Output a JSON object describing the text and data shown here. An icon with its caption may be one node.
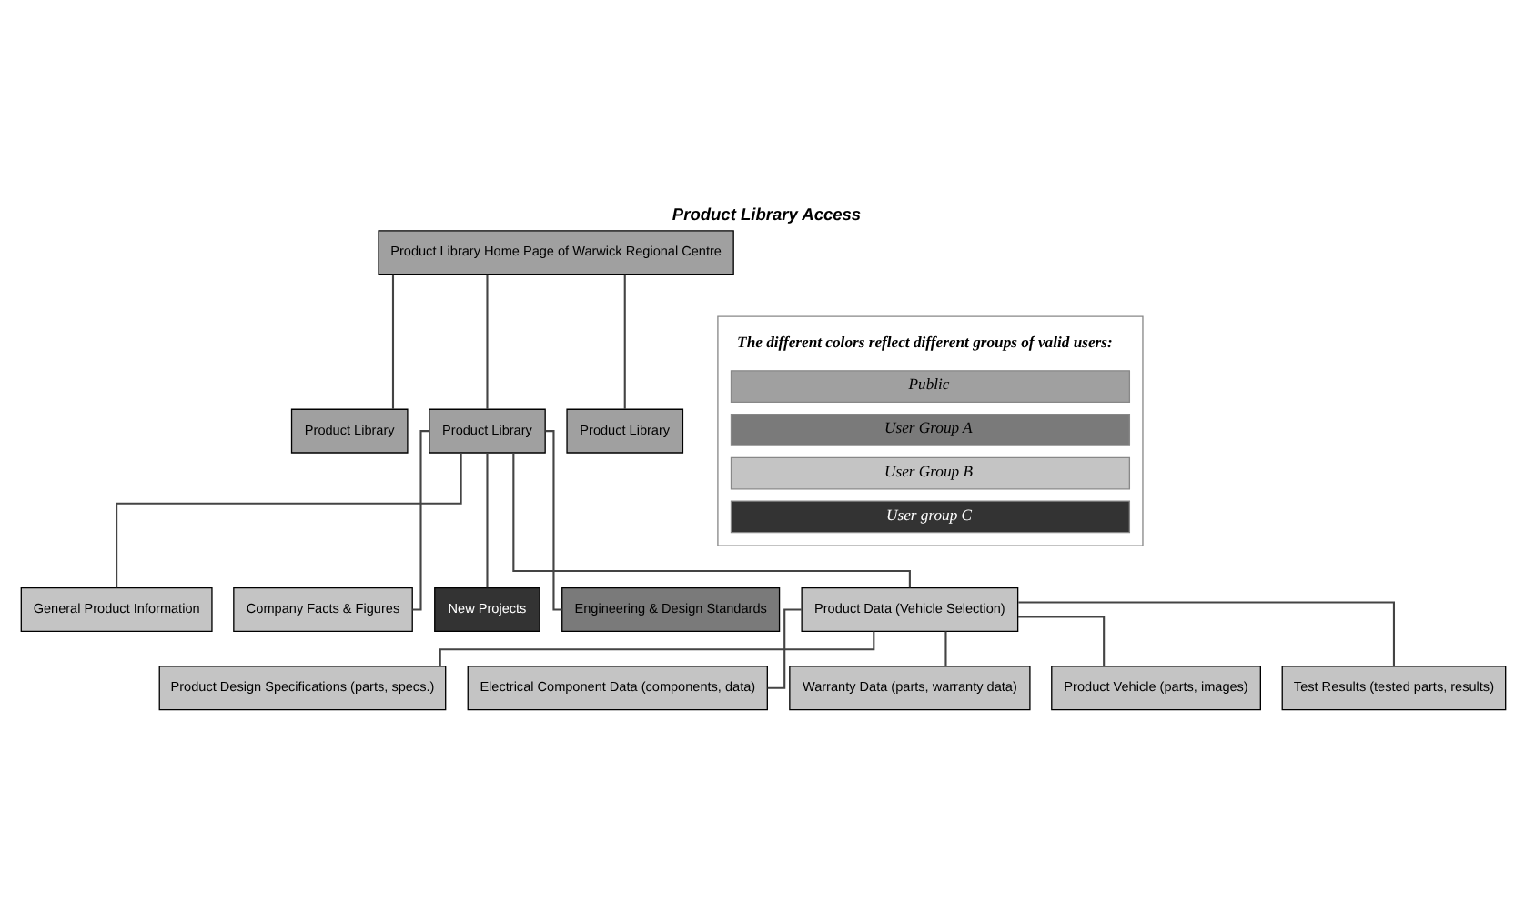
{
  "diagram": {
    "title": "Product Library Access",
    "nodes": [
      {
        "text": [
          "Product Library Home Page of Warwick Regional Centre"
        ]
      },
      {
        "text": [
          "Product Library"
        ]
      },
      {
        "text": [
          "Product Library"
        ]
      },
      {
        "text": [
          "Product Library"
        ]
      },
      {
        "text": [
          "General Product Information"
        ]
      },
      {
        "text": [
          "Company Facts & Figures"
        ]
      },
      {
        "text": [
          "New Projects"
        ]
      },
      {
        "text": [
          "Engineering & Design Standards"
        ]
      },
      {
        "text": [
          "Product Data (Vehicle Selection)"
        ]
      },
      {
        "text": [
          "Product Design Specifications (parts, specs.)"
        ]
      },
      {
        "text": [
          "Electrical Component Data (components, data)"
        ]
      },
      {
        "text": [
          "Warranty Data (parts, warranty data)"
        ]
      },
      {
        "text": [
          "Product Vehicle (parts, images)"
        ]
      },
      {
        "text": [
          "Test Results (tested parts, results)"
        ]
      }
    ],
    "edges": [
      {
        "from": 0,
        "to": 1,
        "arrow": "none"
      },
      {
        "from": 0,
        "to": 2,
        "arrow": "none"
      },
      {
        "from": 0,
        "to": 3,
        "arrow": "none"
      },
      {
        "from": 2,
        "to": 4,
        "arrow": "none"
      },
      {
        "from": 2,
        "to": 5,
        "arrow": "none"
      },
      {
        "from": 2,
        "to": 6,
        "arrow": "none"
      },
      {
        "from": 2,
        "to": 7,
        "arrow": "none"
      },
      {
        "from": 2,
        "to": 8,
        "arrow": "none"
      },
      {
        "from": 8,
        "to": 9,
        "arrow": "none"
      },
      {
        "from": 8,
        "to": 10,
        "arrow": "none"
      },
      {
        "from": 8,
        "to": 11,
        "arrow": "none"
      },
      {
        "from": 8,
        "to": 12,
        "arrow": "none"
      },
      {
        "from": 8,
        "to": 13,
        "arrow": "none"
      }
    ],
    "labels": [
      "The different colors reflect different groups of valid users:"
    ],
    "legend": [
      {
        "text": "Public",
        "color": "#a0a0a0"
      },
      {
        "text": "User Group A",
        "color": "#7a7a7a"
      },
      {
        "text": "User Group B",
        "color": "#c4c4c4"
      },
      {
        "text": "User group C",
        "color": "#333333"
      }
    ]
  }
}
